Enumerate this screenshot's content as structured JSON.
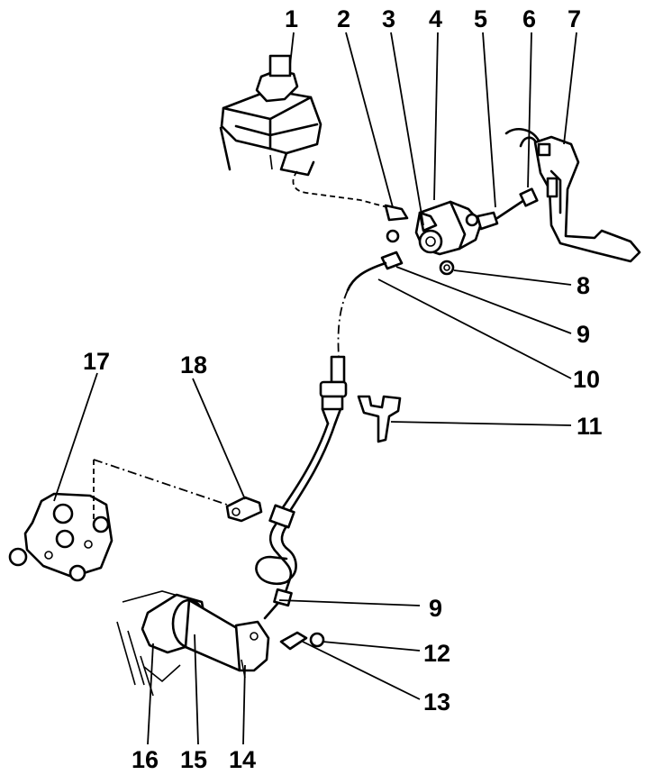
{
  "callouts": [
    {
      "id": "1",
      "text": "1"
    },
    {
      "id": "2",
      "text": "2"
    },
    {
      "id": "3",
      "text": "3"
    },
    {
      "id": "4",
      "text": "4"
    },
    {
      "id": "5",
      "text": "5"
    },
    {
      "id": "6",
      "text": "6"
    },
    {
      "id": "7",
      "text": "7"
    },
    {
      "id": "8",
      "text": "8"
    },
    {
      "id": "9a",
      "text": "9"
    },
    {
      "id": "10",
      "text": "10"
    },
    {
      "id": "11",
      "text": "11"
    },
    {
      "id": "17",
      "text": "17"
    },
    {
      "id": "18",
      "text": "18"
    },
    {
      "id": "9b",
      "text": "9"
    },
    {
      "id": "12",
      "text": "12"
    },
    {
      "id": "13",
      "text": "13"
    },
    {
      "id": "16",
      "text": "16"
    },
    {
      "id": "15",
      "text": "15"
    },
    {
      "id": "14",
      "text": "14"
    }
  ],
  "colors": {
    "ink": "#000000",
    "paper": "#ffffff"
  }
}
